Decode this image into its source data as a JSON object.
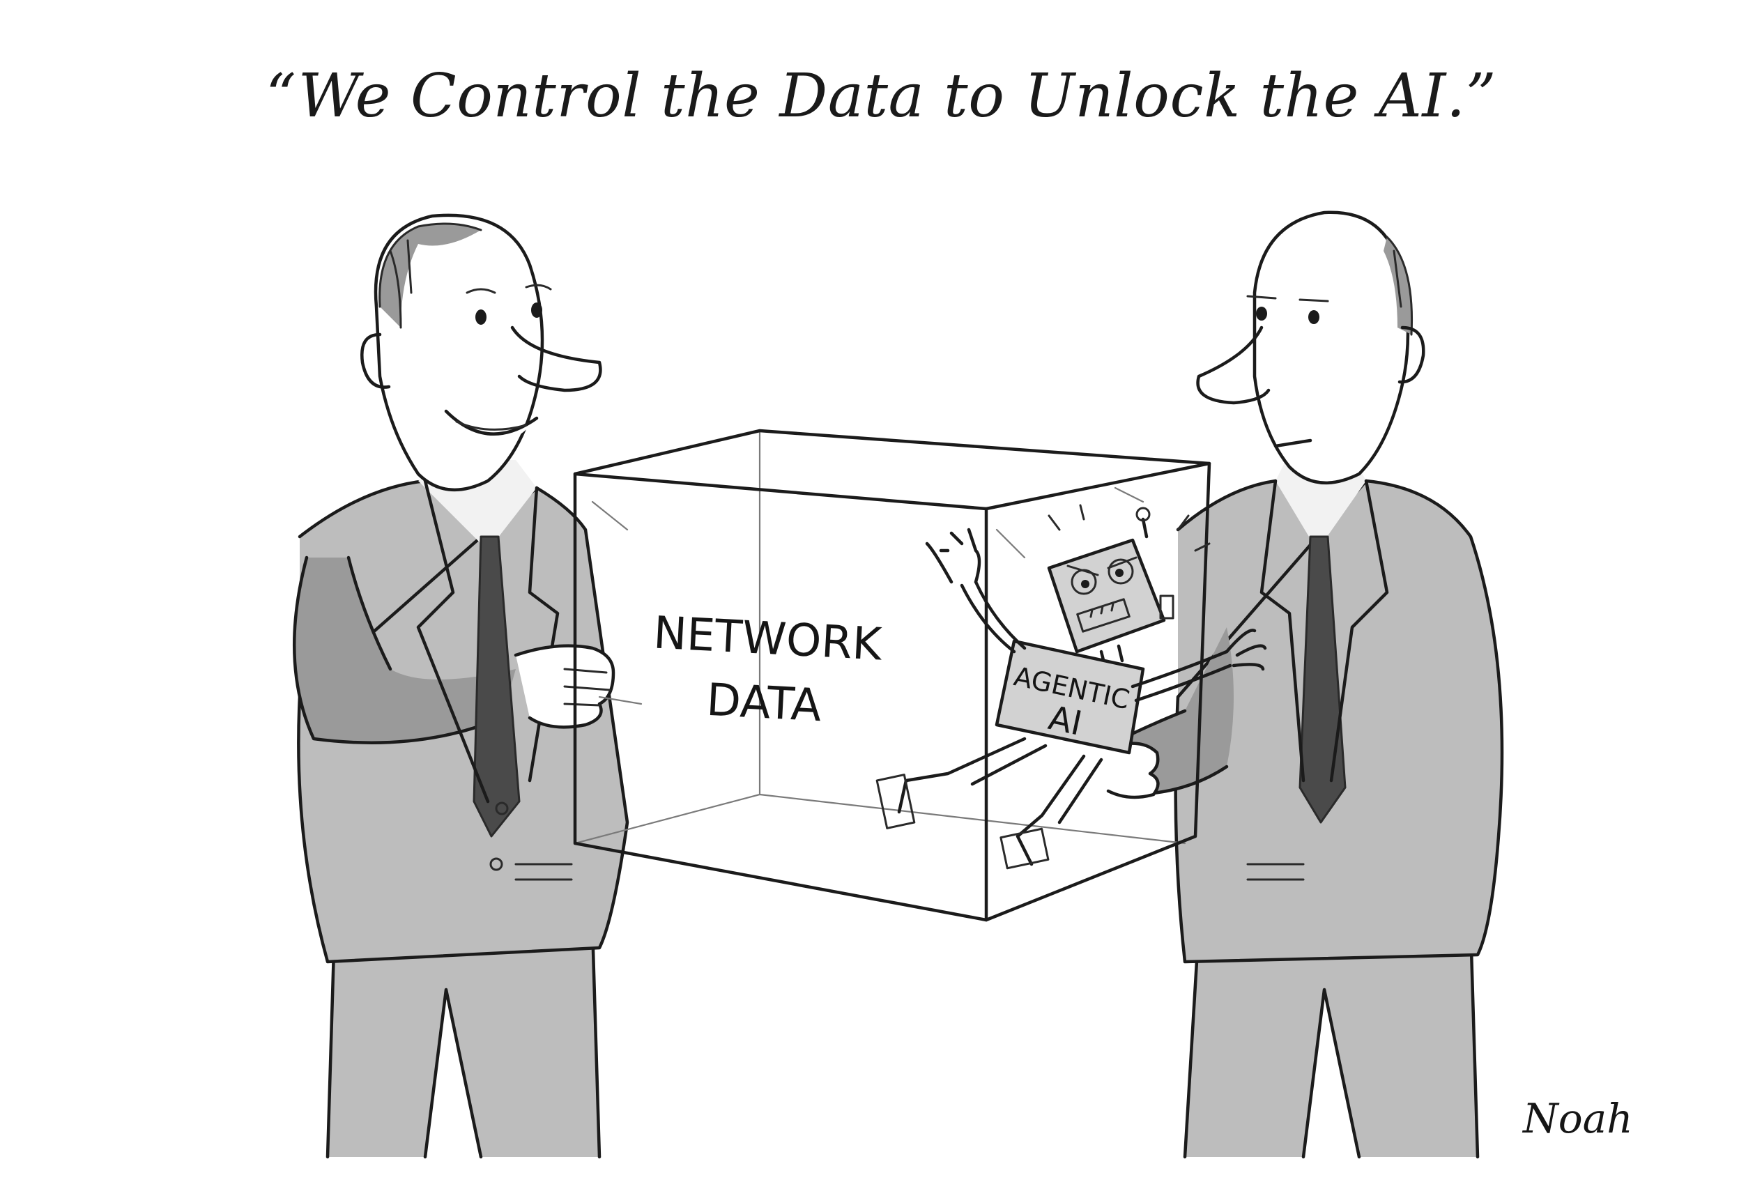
{
  "caption": "“We Control the Data to Unlock the AI.”",
  "box_label": {
    "line1": "NETWORK",
    "line2": "DATA"
  },
  "robot_label": {
    "line1": "AGENTIC",
    "line2": "AI"
  },
  "signature": "Noah"
}
